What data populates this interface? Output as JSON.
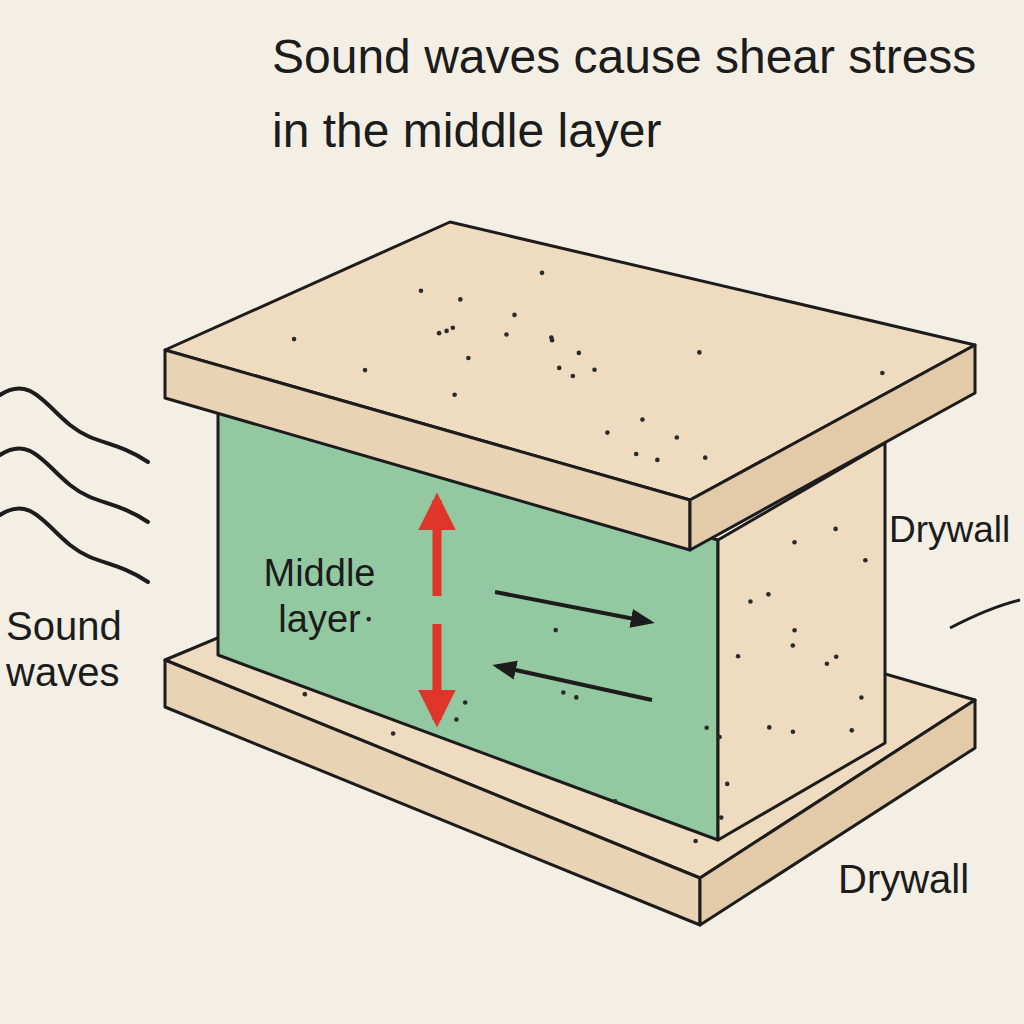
{
  "diagram": {
    "title": "Sound waves cause shear stress in the middle layer",
    "nodes": [
      {
        "text": [
          "Middle layer"
        ]
      }
    ],
    "labels": [
      "Sound waves",
      "Drywall",
      "Drywall"
    ]
  }
}
